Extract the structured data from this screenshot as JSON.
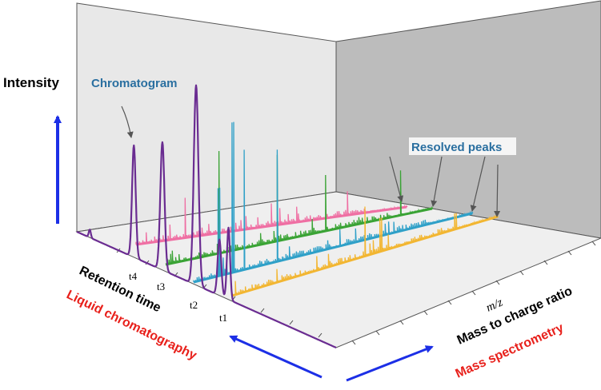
{
  "labels": {
    "intensity": "Intensity",
    "chromatogram": "Chromatogram",
    "resolved_peaks": "Resolved peaks",
    "retention_time": "Retention time",
    "liquid_chromatography": "Liquid chromatography",
    "mz": "m/z",
    "mass_to_charge": "Mass to charge ratio",
    "mass_spectrometry": "Mass spectrometry",
    "t1": "t1",
    "t2": "t2",
    "t3": "t3",
    "t4": "t4"
  },
  "colors": {
    "chromatogram": "#6a2c91",
    "spectrum_t4": "#ef6fa3",
    "spectrum_t3": "#3aa335",
    "spectrum_t2": "#2fa0c8",
    "spectrum_t1": "#f2b632",
    "axis_arrow": "#1c2fe6",
    "red_label": "#e8201b",
    "callout_blue": "#2a6fa0"
  }
}
